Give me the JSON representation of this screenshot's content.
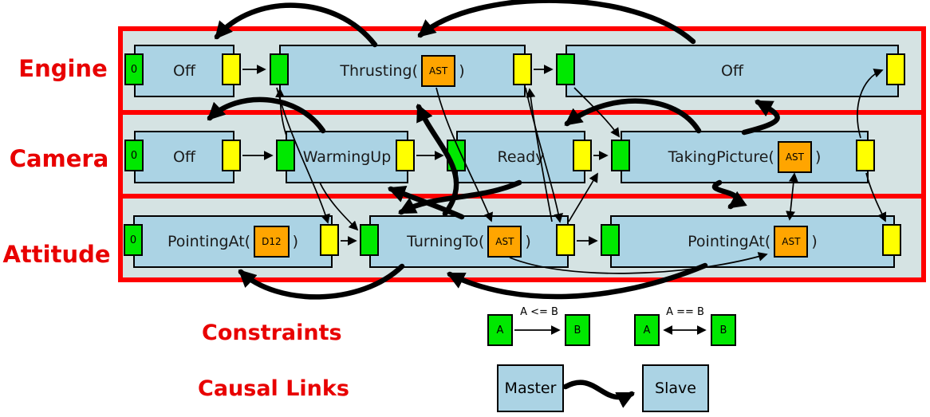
{
  "colors": {
    "band_fill": "#d5e3e3",
    "band_frame_red": "#ff0000",
    "state_box_fill": "#abd3e4",
    "timepoint_green": "#00e800",
    "timepoint_yellow": "#ffff00",
    "param_orange": "#ffa500",
    "label_red": "#e80000"
  },
  "rows": [
    {
      "label": "Engine",
      "states": [
        {
          "label": "Off",
          "start_label": "0"
        },
        {
          "label_pre": "Thrusting(",
          "param": "AST",
          "label_post": ")"
        },
        {
          "label": "Off"
        }
      ]
    },
    {
      "label": "Camera",
      "states": [
        {
          "label": "Off",
          "start_label": "0"
        },
        {
          "label": "WarmingUp"
        },
        {
          "label": "Ready"
        },
        {
          "label_pre": "TakingPicture(",
          "param": "AST",
          "label_post": ")"
        }
      ]
    },
    {
      "label": "Attitude",
      "states": [
        {
          "label_pre": "PointingAt(",
          "param": "D12",
          "label_post": ")",
          "start_label": "0"
        },
        {
          "label_pre": "TurningTo(",
          "param": "AST",
          "label_post": ")"
        },
        {
          "label_pre": "PointingAt(",
          "param": "AST",
          "label_post": ")"
        }
      ]
    }
  ],
  "legend": {
    "constraints_label": "Constraints",
    "causal_links_label": "Causal Links",
    "constraint_examples": [
      {
        "from": "A",
        "to": "B",
        "relation": "A <= B"
      },
      {
        "from": "A",
        "to": "B",
        "relation": "A == B"
      }
    ],
    "causal_example": {
      "master": "Master",
      "slave": "Slave"
    }
  }
}
